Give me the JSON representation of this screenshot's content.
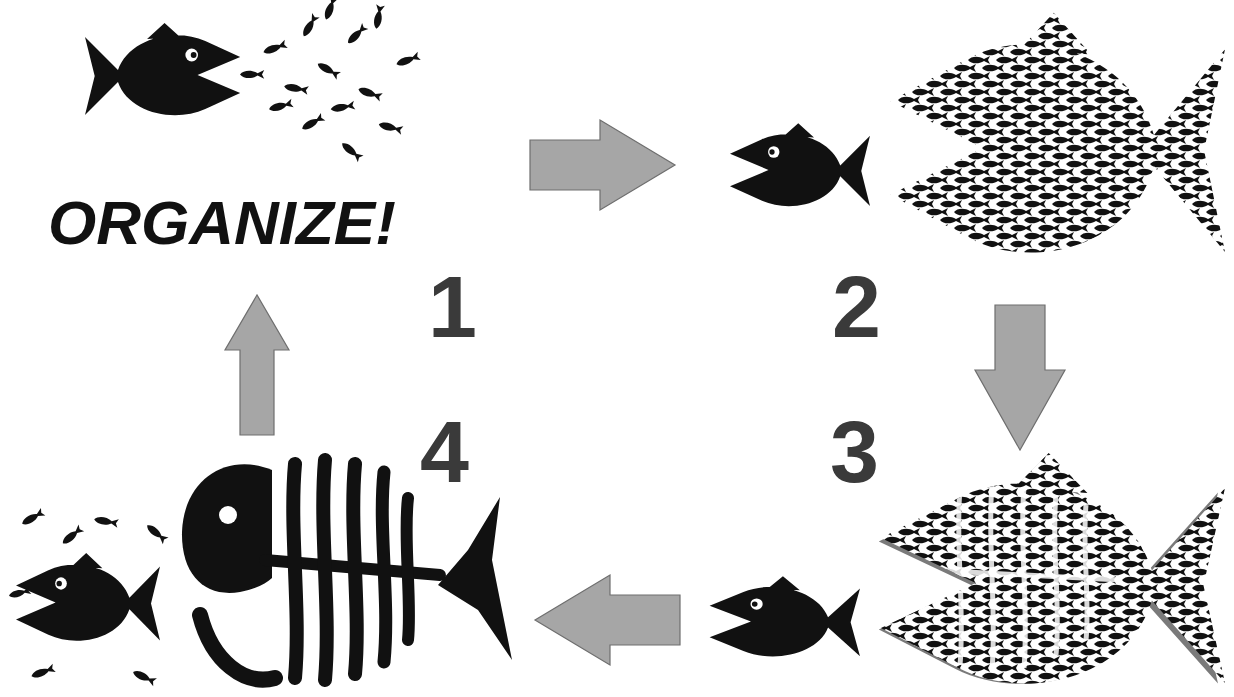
{
  "diagram": {
    "nodes": [
      {
        "text": [
          "ORGANIZE!",
          "1"
        ]
      },
      {
        "text": [
          "2"
        ]
      },
      {
        "text": [
          "3"
        ]
      },
      {
        "text": [
          "4"
        ]
      }
    ],
    "edges": [
      {
        "from": 0,
        "to": 1,
        "arrow": "to"
      },
      {
        "from": 1,
        "to": 2,
        "arrow": "to"
      },
      {
        "from": 2,
        "to": 3,
        "arrow": "to"
      },
      {
        "from": 3,
        "to": 0,
        "arrow": "to"
      }
    ]
  }
}
